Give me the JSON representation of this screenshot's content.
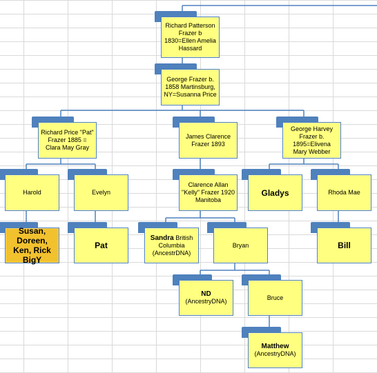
{
  "nodes": {
    "richard_patterson": "Richard Patterson Frazer b 1830=Ellen Amelia Hassard",
    "george_frazer": "George Frazer b. 1858 Martinsburg, NY=Susanna Price",
    "richard_price": "Richard Price \"Pat\" Frazer 1885 = Clara May Gray",
    "james_clarence": "James Clarence Frazer 1893",
    "george_harvey": "George Harvey Frazer b. 1895=Elivena Mary Webber",
    "harold": "Harold",
    "evelyn": "Evelyn",
    "clarence_allan": "Clarence Allan \"Kelly\" Frazer 1920 Manitoba",
    "gladys": "Gladys",
    "rhoda_mae": "Rhoda Mae",
    "susan": "Susan, Doreen, Ken, Rick BigY",
    "pat": "Pat",
    "sandra_bold": "Sandra",
    "sandra_rest": " British Columbia",
    "sandra_sub": "(AncestrDNA)",
    "bryan": "Bryan",
    "bill": "Bill",
    "nd": "ND",
    "nd_sub": "(AncestryDNA)",
    "bruce": "Bruce",
    "matthew": "Matthew",
    "matthew_sub": "(AncestryDNA)"
  },
  "colors": {
    "connector": "#4f81bd",
    "card_fill": "#ffff80",
    "highlight_fill": "#f2c12e"
  }
}
